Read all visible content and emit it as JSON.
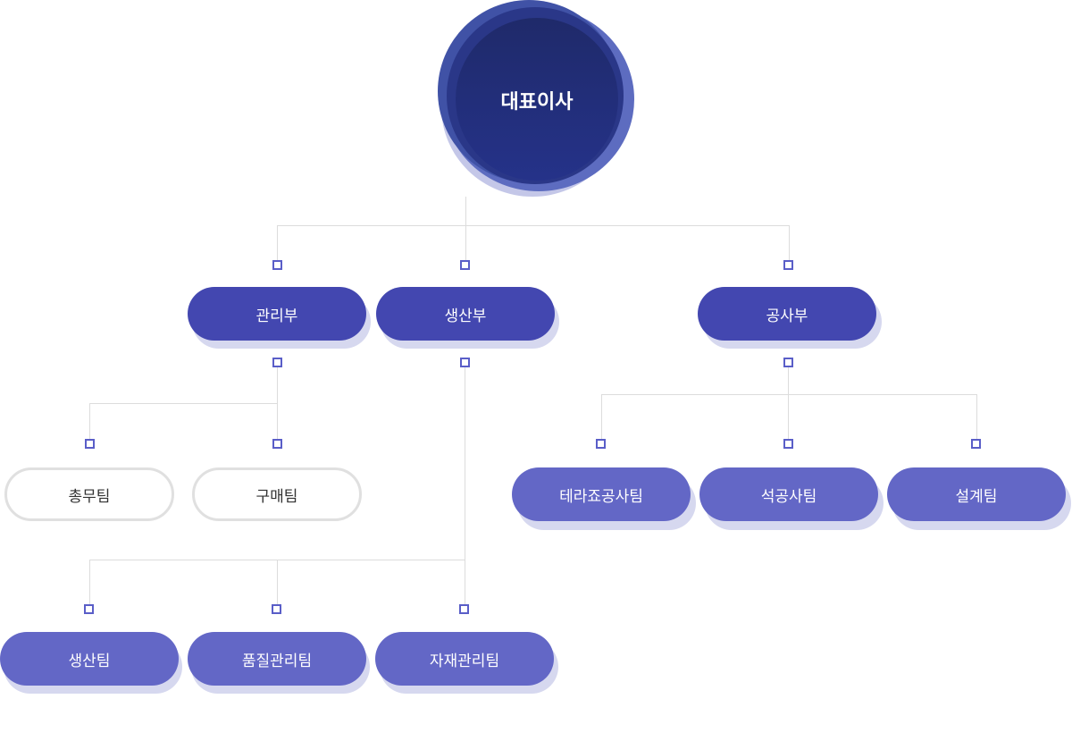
{
  "ceo": {
    "label": "대표이사"
  },
  "departments": [
    {
      "label": "관리부",
      "teams": [
        {
          "label": "총무팀"
        },
        {
          "label": "구매팀"
        }
      ]
    },
    {
      "label": "생산부",
      "teams": [
        {
          "label": "생산팀"
        },
        {
          "label": "품질관리팀"
        },
        {
          "label": "자재관리팀"
        }
      ]
    },
    {
      "label": "공사부",
      "teams": [
        {
          "label": "테라죠공사팀"
        },
        {
          "label": "석공사팀"
        },
        {
          "label": "설계팀"
        }
      ]
    }
  ],
  "colors": {
    "department": "#4347b0",
    "team": "#6367c6",
    "connector": "#dcdcdc",
    "node_marker": "#5a5ec8",
    "ceo": "#1f2a70"
  }
}
